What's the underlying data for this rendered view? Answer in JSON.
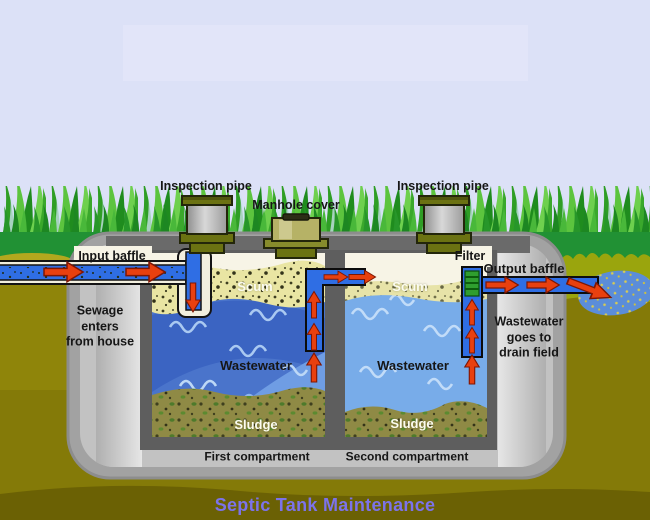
{
  "title": "Septic Tank Maintenance",
  "labels": {
    "inspection_pipe_left": "Inspection pipe",
    "manhole_cover": "Manhole cover",
    "inspection_pipe_right": "Inspection pipe",
    "input_baffle": "Input baffle",
    "filter": "Filter",
    "output_baffle": "Output baffle",
    "sewage_note": "Sewage\nenters\nfrom house",
    "drainfield_note": "Wastewater\ngoes to\ndrain field"
  },
  "compartments": [
    {
      "name": "First compartment",
      "scum": "Scum",
      "wastewater": "Wastewater",
      "sludge": "Sludge"
    },
    {
      "name": "Second compartment",
      "scum": "Scum",
      "wastewater": "Wastewater",
      "sludge": "Sludge"
    }
  ],
  "colors": {
    "sky": "#dce1f7",
    "grass_green": "#33a028",
    "ground_olive": "#847a08",
    "tank_gray": "#a2a2a2",
    "water_first_compartment": "#4a74cb",
    "water_second_compartment": "#78ace9",
    "scum": "#e9e5a3",
    "sludge": "#8f8a45",
    "pipe_blue": "#2f6ee4",
    "arrow_red": "#e8400f",
    "filter_green": "#2f9e2f",
    "title_text": "#7c73ea"
  }
}
